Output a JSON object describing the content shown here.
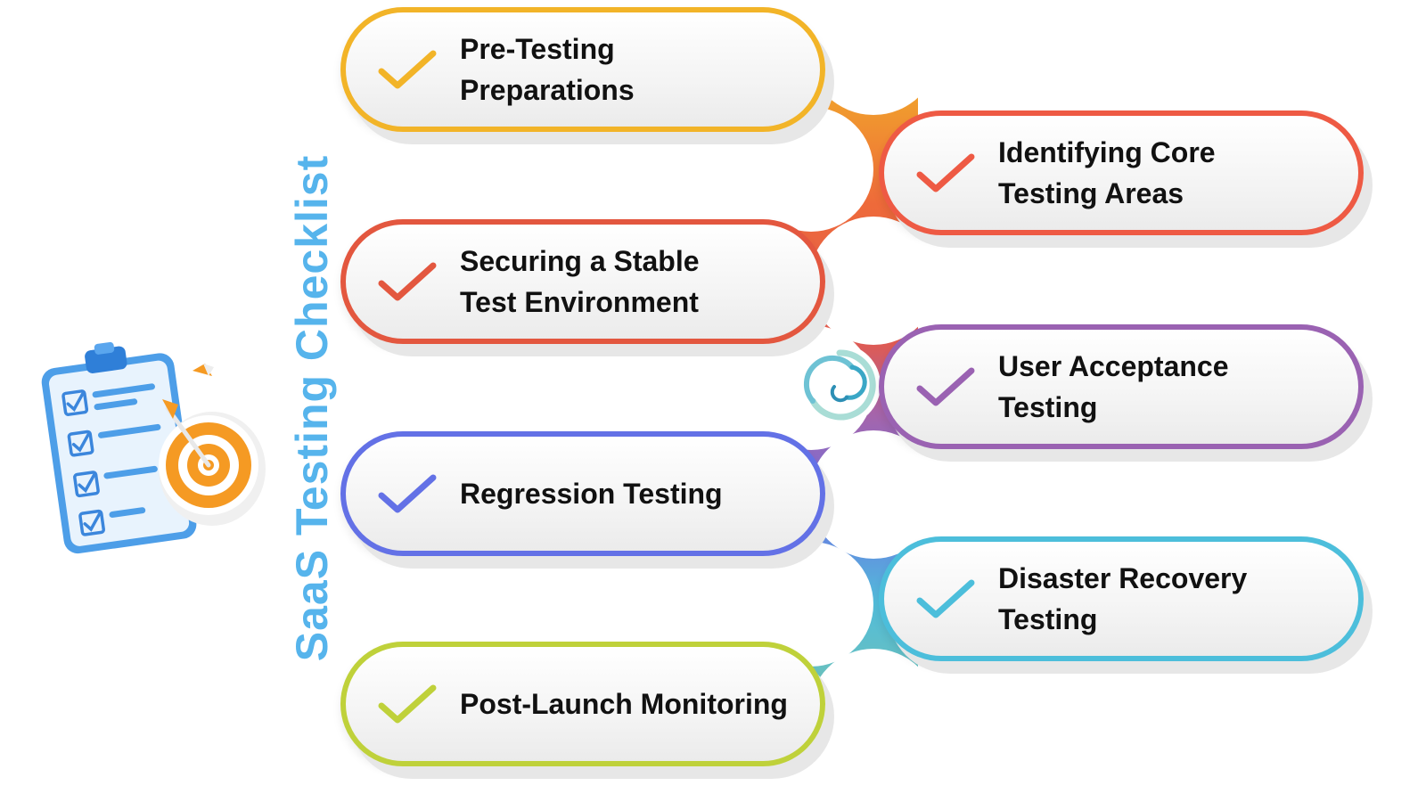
{
  "title": "SaaS Testing Checklist",
  "colors": {
    "title": "#56b4ec",
    "label_text": "#111111"
  },
  "icons": {
    "illustration": "clipboard-target-icon",
    "center": "swirl-icon",
    "item": "checkmark-icon"
  },
  "steps": [
    {
      "label": "Pre-Testing\nPreparations",
      "color": "#f2b428"
    },
    {
      "label": "Identifying Core\nTesting Areas",
      "color": "#ee5a44"
    },
    {
      "label": "Securing a Stable\nTest Environment",
      "color": "#e3573f"
    },
    {
      "label": " User Acceptance\nTesting",
      "color": "#9a62b2"
    },
    {
      "label": "Regression Testing",
      "color": "#6371e6"
    },
    {
      "label": "Disaster Recovery\nTesting",
      "color": "#4cbedb"
    },
    {
      "label": "Post-Launch Monitoring",
      "color": "#bfd13a"
    }
  ]
}
